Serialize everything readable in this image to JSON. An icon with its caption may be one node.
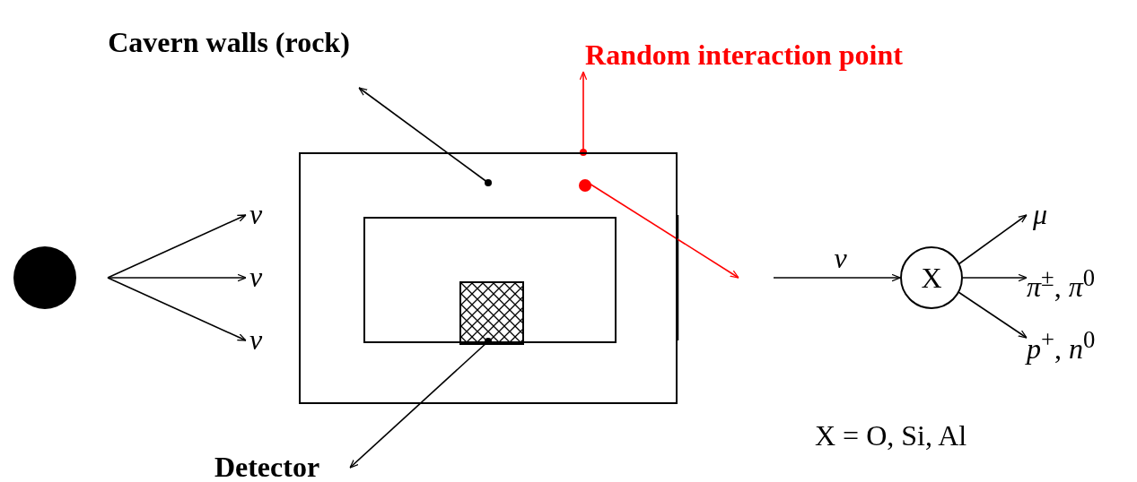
{
  "diagram": {
    "nodes": [
      {
        "text": [],
        "shape": "circle"
      },
      {
        "text": [
          "ν"
        ]
      },
      {
        "text": [
          "ν"
        ]
      },
      {
        "text": [
          "ν"
        ]
      },
      {
        "text": [
          "Cavern walls (rock)"
        ]
      },
      {
        "text": [],
        "shape": "box"
      },
      {
        "text": [],
        "shape": "box",
        "in": 5
      },
      {
        "text": [],
        "shape": "box",
        "in": 6
      },
      {
        "text": [
          "Detector"
        ]
      },
      {
        "text": [
          "Random interaction point"
        ]
      },
      {
        "text": [],
        "shape": "circle",
        "in": 5
      },
      {
        "text": [
          "X"
        ]
      },
      {
        "text": [
          "μ"
        ]
      },
      {
        "text": [
          "*π*$^{±}$, *π*$^{0}$"
        ]
      },
      {
        "text": [
          "*p*$^{+}$, *n*$^{0}$"
        ]
      }
    ],
    "edges": [
      {
        "from": null,
        "to": 1,
        "arrow": "to"
      },
      {
        "from": null,
        "to": 2,
        "arrow": "to"
      },
      {
        "from": null,
        "to": 3,
        "arrow": "to"
      },
      {
        "from": 5,
        "to": 4,
        "arrow": "to"
      },
      {
        "from": 7,
        "to": 8,
        "arrow": "to"
      },
      {
        "from": 5,
        "to": 9,
        "arrow": "to",
        "color": "#ff0000"
      },
      {
        "from": 10,
        "to": null,
        "arrow": "to",
        "color": "#ff0000"
      },
      {
        "from": null,
        "to": 11,
        "arrow": "to",
        "label": "ν"
      },
      {
        "from": 11,
        "to": 12,
        "arrow": "to"
      },
      {
        "from": 11,
        "to": 13,
        "arrow": "to"
      },
      {
        "from": 11,
        "to": 14,
        "arrow": "to"
      }
    ],
    "labels": [
      "X = O, Si, Al"
    ]
  }
}
